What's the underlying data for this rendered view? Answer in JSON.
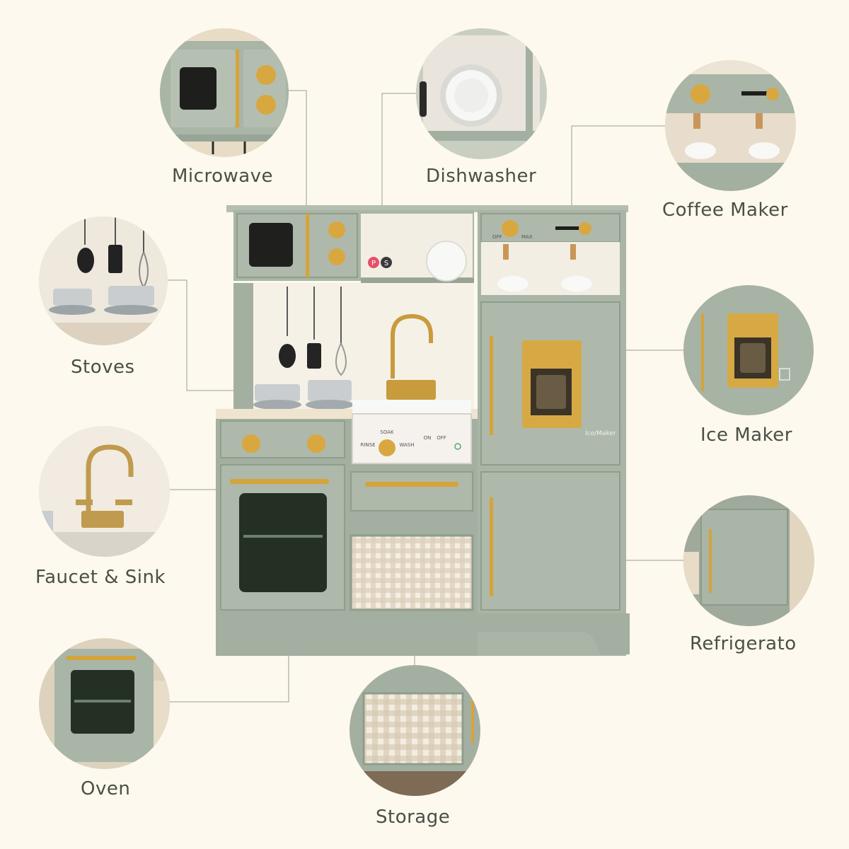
{
  "colors": {
    "background": "#fdf9ee",
    "sage": "#a6b3a4",
    "sage_dark": "#8f9d8d",
    "gold": "#d4a43a",
    "label_text": "#4a4f47",
    "leader_line": "#b9bcb3"
  },
  "features": [
    {
      "id": "microwave",
      "label": "Microwave"
    },
    {
      "id": "dishwasher",
      "label": "Dishwasher"
    },
    {
      "id": "coffee-maker",
      "label": "Coffee Maker"
    },
    {
      "id": "stoves",
      "label": "Stoves"
    },
    {
      "id": "ice-maker",
      "label": "Ice Maker"
    },
    {
      "id": "faucet-sink",
      "label": "Faucet & Sink"
    },
    {
      "id": "refrigerator",
      "label": "Refrigerato"
    },
    {
      "id": "oven",
      "label": "Oven"
    },
    {
      "id": "storage",
      "label": "Storage"
    }
  ],
  "product_markings": {
    "sink_soak": "SOAK",
    "sink_rinse": "RINSE",
    "sink_wash": "WASH",
    "sink_on": "ON",
    "sink_off": "OFF",
    "ice_maker": "Ice/Maker",
    "coffee_off": "OFF",
    "coffee_max": "MAX",
    "salt_pepper_p": "P",
    "salt_pepper_s": "S"
  }
}
